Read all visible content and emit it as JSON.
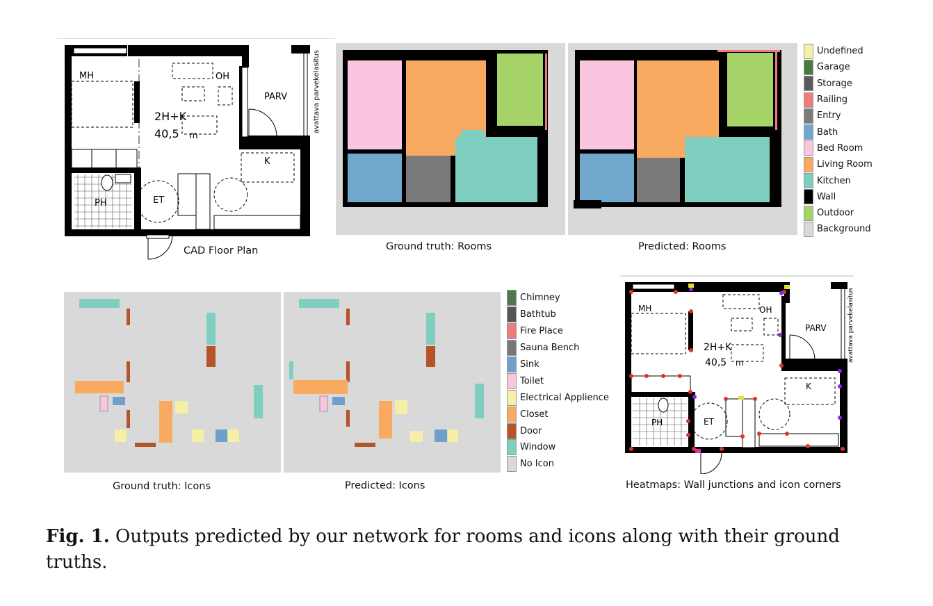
{
  "captions": {
    "cad": "CAD Floor Plan",
    "gt_rooms": "Ground truth: Rooms",
    "pred_rooms": "Predicted: Rooms",
    "gt_icons": "Ground truth: Icons",
    "pred_icons": "Predicted: Icons",
    "heatmaps": "Heatmaps: Wall junctions and icon corners"
  },
  "figure_caption": {
    "label": "Fig. 1.",
    "text": " Outputs predicted by our network for rooms and icons along with their ground truths."
  },
  "floorplan_labels": {
    "mh": "MH",
    "oh": "OH",
    "parv": "PARV",
    "type": "2H+K",
    "area": "40,5",
    "unit": "m",
    "k": "K",
    "ph": "PH",
    "et": "ET",
    "balcony": "avattava parvekelasitus"
  },
  "room_legend": [
    {
      "label": "Undefined",
      "color": "#f6f0a6"
    },
    {
      "label": "Garage",
      "color": "#4a7a3e"
    },
    {
      "label": "Storage",
      "color": "#5a5a5a"
    },
    {
      "label": "Railing",
      "color": "#ef7c7c"
    },
    {
      "label": "Entry",
      "color": "#7a7a7a"
    },
    {
      "label": "Bath",
      "color": "#6fa8cc"
    },
    {
      "label": "Bed Room",
      "color": "#f9c5df"
    },
    {
      "label": "Living Room",
      "color": "#f8aa60"
    },
    {
      "label": "Kitchen",
      "color": "#7ecfc0"
    },
    {
      "label": "Wall",
      "color": "#000000"
    },
    {
      "label": "Outdoor",
      "color": "#a6d468"
    },
    {
      "label": "Background",
      "color": "#d9d9d9"
    }
  ],
  "icon_legend": [
    {
      "label": "Chimney",
      "color": "#4a7a4e"
    },
    {
      "label": "Bathtub",
      "color": "#555555"
    },
    {
      "label": "Fire Place",
      "color": "#ef7c7c"
    },
    {
      "label": "Sauna Bench",
      "color": "#777777"
    },
    {
      "label": "Sink",
      "color": "#6fa0cc"
    },
    {
      "label": "Toilet",
      "color": "#f9c5df"
    },
    {
      "label": "Electrical Applience",
      "color": "#f6f0a6"
    },
    {
      "label": "Closet",
      "color": "#f8aa60"
    },
    {
      "label": "Door",
      "color": "#b5532a"
    },
    {
      "label": "Window",
      "color": "#7ecfc0"
    },
    {
      "label": "No Icon",
      "color": "#d9d9d9"
    }
  ]
}
